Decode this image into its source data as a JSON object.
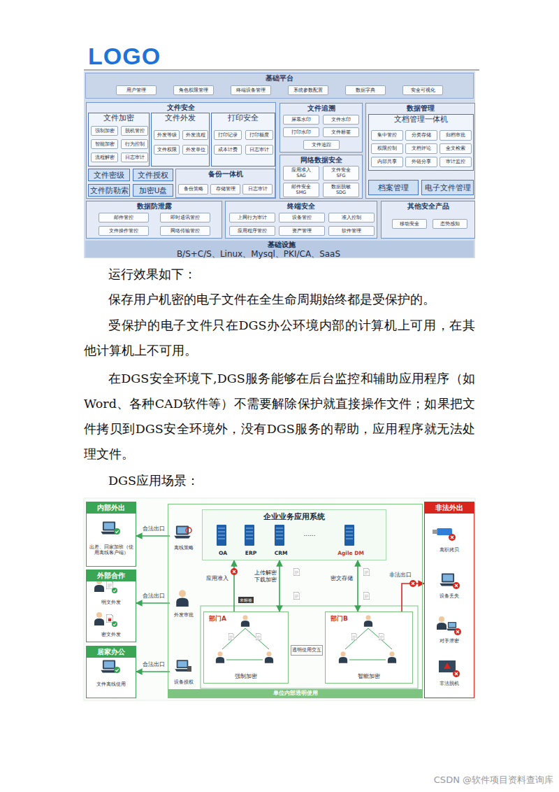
{
  "diagram": {
    "nodes": [
      {
        "text": [
          "基础平台"
        ]
      },
      {
        "text": [
          "用户管理"
        ],
        "in": 0
      },
      {
        "text": [
          "角色权限管理"
        ],
        "in": 0
      },
      {
        "text": [
          "终端设备管理"
        ],
        "in": 0
      },
      {
        "text": [
          "系统参数配置"
        ],
        "in": 0
      },
      {
        "text": [
          "数据字典"
        ],
        "in": 0
      },
      {
        "text": [
          "安全可视化"
        ],
        "in": 0
      },
      {
        "text": [
          "文件安全"
        ]
      },
      {
        "text": [
          "文件加密"
        ],
        "in": 7
      },
      {
        "text": [
          "强制加密"
        ],
        "in": 8
      },
      {
        "text": [
          "脱机管控"
        ],
        "in": 8
      },
      {
        "text": [
          "智能加密"
        ],
        "in": 8
      },
      {
        "text": [
          "行为控制"
        ],
        "in": 8
      },
      {
        "text": [
          "流程解密"
        ],
        "in": 8
      },
      {
        "text": [
          "日志审计"
        ],
        "in": 8
      },
      {
        "text": [
          "文件外发"
        ],
        "in": 7
      },
      {
        "text": [
          "外发等级"
        ],
        "in": 15
      },
      {
        "text": [
          "外发流程"
        ],
        "in": 15
      },
      {
        "text": [
          "文件权限"
        ],
        "in": 15
      },
      {
        "text": [
          "外发单位"
        ],
        "in": 15
      },
      {
        "text": [
          "打印安全"
        ],
        "in": 7
      },
      {
        "text": [
          "打印记录"
        ],
        "in": 20
      },
      {
        "text": [
          "打印额度"
        ],
        "in": 20
      },
      {
        "text": [
          "成本计费"
        ],
        "in": 20
      },
      {
        "text": [
          "日志审计"
        ],
        "in": 20
      },
      {
        "text": [
          "文件密级"
        ],
        "in": 7
      },
      {
        "text": [
          "文件授权"
        ],
        "in": 7
      },
      {
        "text": [
          "文件防勒索"
        ],
        "in": 7
      },
      {
        "text": [
          "加密U盘"
        ],
        "in": 7
      },
      {
        "text": [
          "备份一体机"
        ],
        "in": 7
      },
      {
        "text": [
          "备份策略"
        ],
        "in": 29
      },
      {
        "text": [
          "存储管理"
        ],
        "in": 29
      },
      {
        "text": [
          "日志审计"
        ],
        "in": 29
      },
      {
        "text": [
          "文件追溯"
        ]
      },
      {
        "text": [
          "屏幕水印"
        ],
        "in": 33
      },
      {
        "text": [
          "文件水印"
        ],
        "in": 33
      },
      {
        "text": [
          "打印水印"
        ],
        "in": 33
      },
      {
        "text": [
          "文件标签"
        ],
        "in": 33
      },
      {
        "text": [
          "文件追踪"
        ],
        "in": 33
      },
      {
        "text": [
          "网络数据安全"
        ]
      },
      {
        "text": [
          "应用准入 SAG"
        ],
        "in": 39
      },
      {
        "text": [
          "文件安全 SFG"
        ],
        "in": 39
      },
      {
        "text": [
          "邮件安全 SMG"
        ],
        "in": 39
      },
      {
        "text": [
          "数据脱敏 SDG"
        ],
        "in": 39
      },
      {
        "text": [
          "数据管理"
        ]
      },
      {
        "text": [
          "文档管理一体机"
        ],
        "in": 44
      },
      {
        "text": [
          "集中管控"
        ],
        "in": 45
      },
      {
        "text": [
          "分类存储"
        ],
        "in": 45
      },
      {
        "text": [
          "归档审批"
        ],
        "in": 45
      },
      {
        "text": [
          "权限控制"
        ],
        "in": 45
      },
      {
        "text": [
          "文档评论"
        ],
        "in": 45
      },
      {
        "text": [
          "全文检索"
        ],
        "in": 45
      },
      {
        "text": [
          "内部共享"
        ],
        "in": 45
      },
      {
        "text": [
          "外链分享"
        ],
        "in": 45
      },
      {
        "text": [
          "审计监控"
        ],
        "in": 45
      },
      {
        "text": [
          "档案管理"
        ],
        "in": 44
      },
      {
        "text": [
          "电子文件管理"
        ],
        "in": 44
      },
      {
        "text": [
          "数据防泄露"
        ]
      },
      {
        "text": [
          "邮件管控"
        ],
        "in": 57
      },
      {
        "text": [
          "即时通讯管控"
        ],
        "in": 57
      },
      {
        "text": [
          "文件操作管控"
        ],
        "in": 57
      },
      {
        "text": [
          "网络传输管控"
        ],
        "in": 57
      },
      {
        "text": [
          "终端安全"
        ]
      },
      {
        "text": [
          "上网行为审计"
        ],
        "in": 62
      },
      {
        "text": [
          "设备管控"
        ],
        "in": 62
      },
      {
        "text": [
          "准入控制"
        ],
        "in": 62
      },
      {
        "text": [
          "应用程序管控"
        ],
        "in": 62
      },
      {
        "text": [
          "资产管理"
        ],
        "in": 62
      },
      {
        "text": [
          "软件管理"
        ],
        "in": 62
      },
      {
        "text": [
          "其他安全产品"
        ]
      },
      {
        "text": [
          "移动安全"
        ],
        "in": 69
      },
      {
        "text": [
          "态势感知"
        ],
        "in": 69
      },
      {
        "text": [
          "基础设施",
          "B/S+C/S、Linux、Mysql、PKI/CA、SaaS"
        ]
      },
      {
        "text": [
          "内部外出",
          "出差、回家加班（使用离线客户端）"
        ]
      },
      {
        "text": [
          "外部合作",
          "明文外发",
          "密文外发"
        ]
      },
      {
        "text": [
          "居家办公",
          "文件离线使用"
        ]
      },
      {
        "text": [
          "单位内部透明使用"
        ]
      },
      {
        "text": [
          "企业业务应用系统"
        ],
        "in": 76
      },
      {
        "text": [
          "OA"
        ],
        "in": 77
      },
      {
        "text": [
          "ERP"
        ],
        "in": 77
      },
      {
        "text": [
          "CRM"
        ],
        "in": 77
      },
      {
        "text": [
          "Agile DM"
        ],
        "in": 77
      },
      {
        "text": [
          "离线策略"
        ],
        "in": 76
      },
      {
        "text": [
          "外发审批"
        ],
        "in": 76
      },
      {
        "text": [
          "设备授权"
        ],
        "in": 76
      },
      {
        "text": [
          "部门A",
          "强制加密"
        ],
        "in": 76
      },
      {
        "text": [
          "透明使用交互"
        ],
        "in": 76
      },
      {
        "text": [
          "部门B",
          "智能加密"
        ],
        "in": 76
      },
      {
        "text": [
          "非法外出",
          "离职拷贝",
          "设备丢失",
          "对手泄密",
          "非法脱机"
        ]
      }
    ],
    "edges": [
      {
        "from": 82,
        "to": 73,
        "label": "合法出口",
        "arrow": "to"
      },
      {
        "from": 83,
        "to": 74,
        "label": "合法出口",
        "arrow": "to"
      },
      {
        "from": 84,
        "to": 75,
        "label": "合法出口",
        "arrow": "to"
      },
      {
        "from": 85,
        "to": 77,
        "label": "应用准入",
        "arrow": "to"
      },
      {
        "from": 85,
        "to": 77,
        "label": "上传解密 下载加密",
        "arrow": "both"
      },
      {
        "from": 87,
        "to": 77,
        "label": "密文存储",
        "arrow": "both"
      },
      {
        "from": 87,
        "to": 88,
        "label": "非法出口",
        "arrow": "to"
      }
    ],
    "labels": [
      "LOGO",
      "运行效果如下：",
      "保存用户机密的电子文件在全生命周期始终都是受保护的。",
      "受保护的电子文件只在DGS办公环境内部的计算机上可用，在其他计算机上不可用。",
      "在DGS安全环境下,DGS服务能够在后台监控和辅助应用程序（如Word、各种CAD软件等）不需要解除保护就直接操作文件；如果把文件拷贝到DGS安全环境外，没有DGS服务的帮助，应用程序就无法处理文件。",
      "DGS应用场景：",
      "......",
      "未标签",
      "CSDN @软件项目资料查询库"
    ]
  }
}
